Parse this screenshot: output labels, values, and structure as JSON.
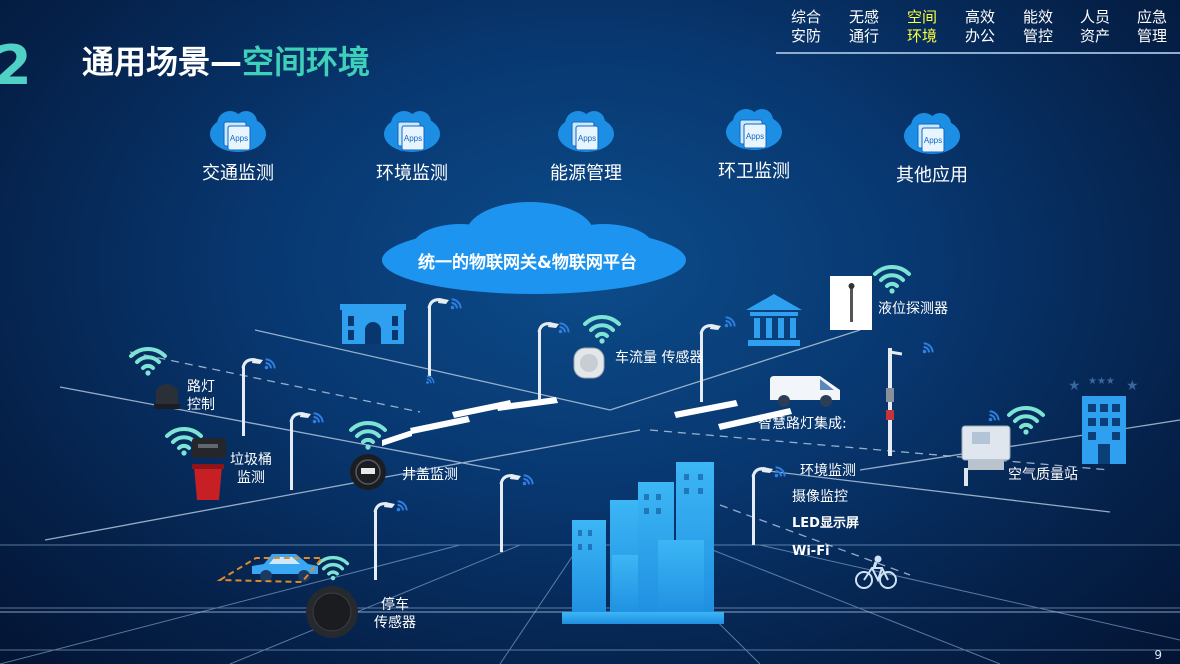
{
  "section": {
    "number": "2"
  },
  "title": {
    "prefix": "通用场景—",
    "highlight": "空间环境"
  },
  "nav": {
    "items": [
      {
        "line1": "综合",
        "line2": "安防"
      },
      {
        "line1": "无感",
        "line2": "通行"
      },
      {
        "line1": "空间",
        "line2": "环境",
        "active": true
      },
      {
        "line1": "高效",
        "line2": "办公"
      },
      {
        "line1": "能效",
        "line2": "管控"
      },
      {
        "line1": "人员",
        "line2": "资产"
      },
      {
        "line1": "应急",
        "line2": "管理"
      }
    ],
    "active_color": "#ffff3c"
  },
  "apps": {
    "icon_text": "Apps",
    "items": [
      {
        "label": "交通监测"
      },
      {
        "label": "环境监测"
      },
      {
        "label": "能源管理"
      },
      {
        "label": "环卫监测"
      },
      {
        "label": "其他应用"
      }
    ]
  },
  "platform": {
    "label": "统一的物联网关&物联网平台"
  },
  "labels": {
    "street_light_control": "路灯\n控制",
    "trash_monitor": "垃圾桶\n监测",
    "manhole_monitor": "井盖监测",
    "traffic_sensor": "车流量 传感器",
    "level_detector": "液位探测器",
    "smart_light": "智慧路灯集成:",
    "env_monitor": "环境监测",
    "camera": "摄像监控",
    "led_screen": "LED显示屏",
    "wifi": "Wi-Fi",
    "air_station": "空气质量站",
    "parking_sensor": "停车\n传感器"
  },
  "page": {
    "number": "9"
  },
  "colors": {
    "accent": "#3ed0b8",
    "wifi": "#7de3d4",
    "icon_blue": "#2fa3ea",
    "city": "#29a3ea"
  },
  "icons": [
    "apps-cloud-icon",
    "wifi-icon",
    "street-lamp-icon",
    "bank-icon",
    "building-icon",
    "van-icon",
    "car-icon",
    "bicycle-icon",
    "trash-bin-icon",
    "manhole-sensor-icon",
    "parking-sensor-icon"
  ]
}
